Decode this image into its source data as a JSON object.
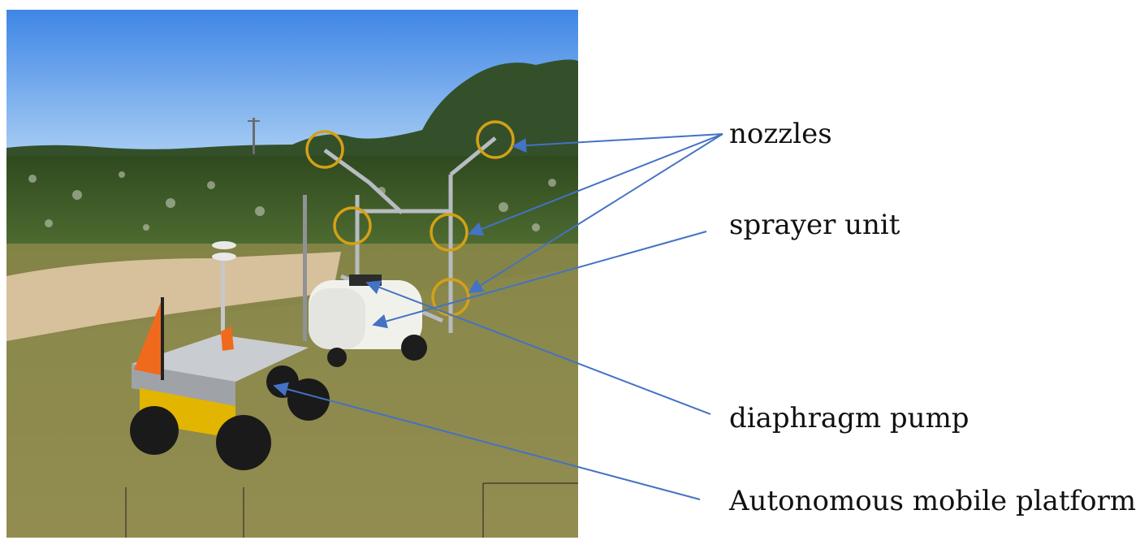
{
  "labels": {
    "nozzles": "nozzles",
    "sprayer_unit": "sprayer unit",
    "diaphragm_pump": "diaphragm pump",
    "platform": "Autonomous mobile platform"
  },
  "colors": {
    "sky_top": "#4a8fe8",
    "sky_bottom": "#9cc6f2",
    "crop_green": "#3d5a26",
    "grass": "#8a8f4a",
    "dirt": "#d8c2a0",
    "arrow": "#4472c4",
    "nozzle_circle": "#d4a017",
    "flag": "#f06a1e",
    "robot_yellow": "#e0b400",
    "tank": "#f3f3f0"
  }
}
